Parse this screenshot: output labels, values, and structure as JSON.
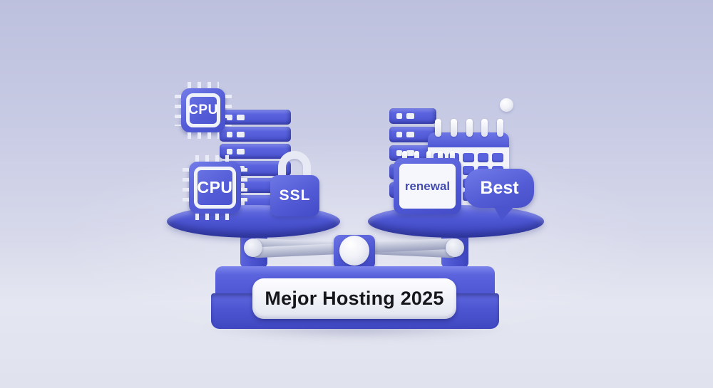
{
  "colors": {
    "primary_blue": "#4f58d4",
    "dark_blue": "#3b43bb",
    "light_blue": "#7079e8",
    "beam_gray": "#b7bcd2",
    "white_surface": "#f3f4fa",
    "background_top": "#bdc0dd",
    "background_bottom": "#e4e6f1",
    "plaque_text": "#16171c",
    "renewal_text": "#444cb2"
  },
  "left_pan": {
    "server": {
      "slabs": 6
    },
    "cpu_chip_top": {
      "label": "CPU"
    },
    "cpu_chip_bottom": {
      "label": "CPU"
    },
    "ssl_lock": {
      "label": "SSL"
    }
  },
  "right_pan": {
    "server": {
      "slabs": 5
    },
    "calendar": {
      "pegs": 5,
      "grid_cells": 20
    },
    "renewal_calendar": {
      "label": "renewal",
      "pegs": 5
    },
    "best_bubble": {
      "label": "Best"
    }
  },
  "base": {
    "plaque_label": "Mejor Hosting 2025"
  }
}
